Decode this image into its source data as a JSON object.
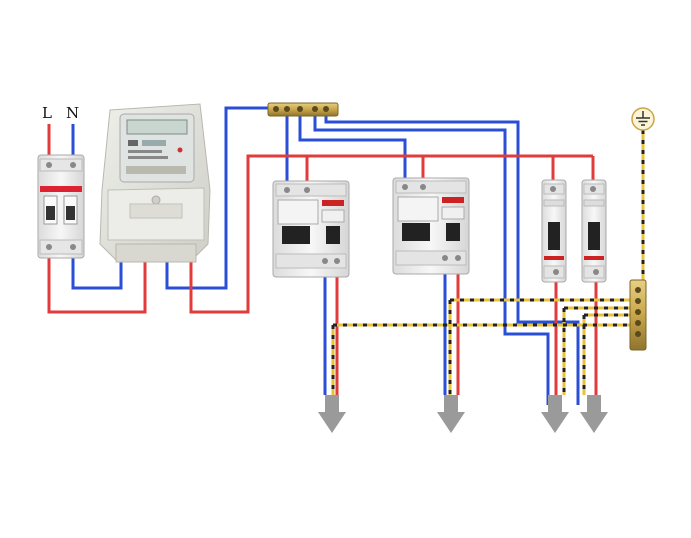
{
  "labels": {
    "line": "L",
    "neutral": "N"
  },
  "colors": {
    "phase_wire": "#e23b3b",
    "neutral_wire": "#2a4fd6",
    "earth_stripe_green": "#e8c23a",
    "earth_stripe_dark": "#222222",
    "device_body": "#f2f2f2",
    "meter_body": "#e4e4df",
    "busbar_brass": "#c9a64a",
    "arrow": "#9a9a9a"
  },
  "icons": {
    "main_breaker": "double-pole-circuit-breaker",
    "meter": "electricity-meter",
    "rcd": "rcbo-breaker",
    "single_breaker": "single-pole-circuit-breaker",
    "earth": "ground-symbol",
    "output": "down-arrow"
  }
}
